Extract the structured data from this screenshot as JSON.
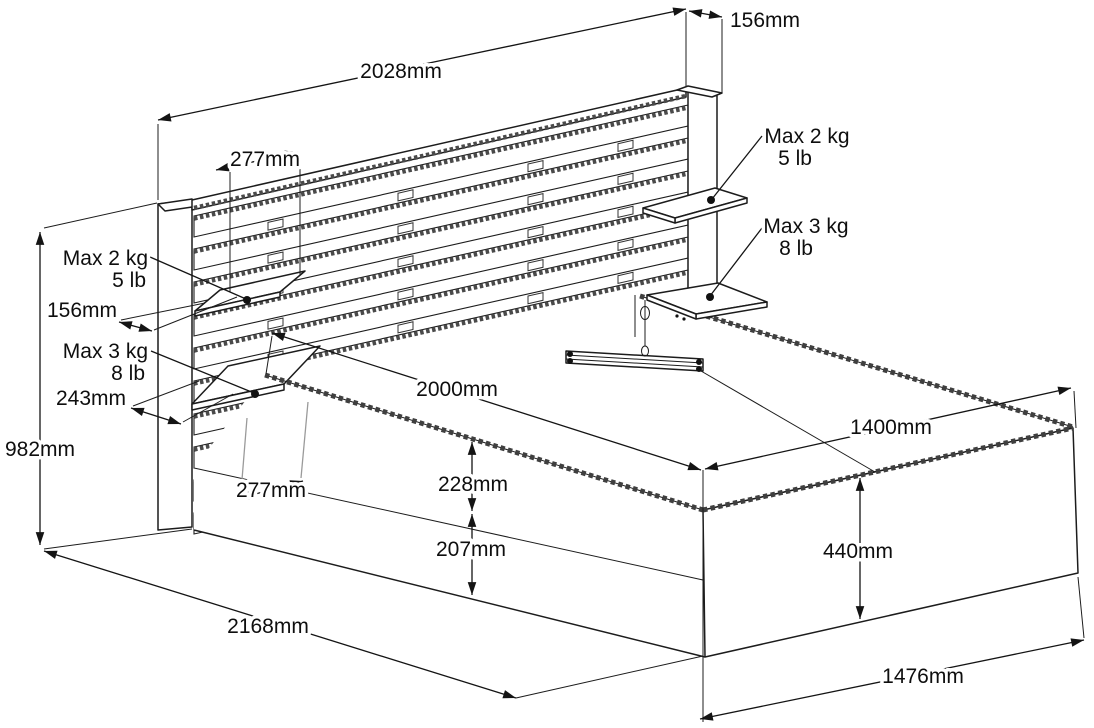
{
  "canvas": {
    "background": "#ffffff",
    "line_color": "#1a1a1a",
    "extension_line_gray": "#9a9a9a"
  },
  "dimensions": {
    "headboard_width": "2028mm",
    "headboard_top_depth": "156mm",
    "headboard_height": "982mm",
    "small_shelf_width": "277mm",
    "small_shelf_depth": "156mm",
    "large_shelf_width": "277mm",
    "large_shelf_depth": "243mm",
    "mattress_length": "2000mm",
    "total_length": "2168mm",
    "mattress_width": "1400mm",
    "side_rail_height": "228mm",
    "under_bed_clearance": "207mm",
    "side_panel_height": "440mm",
    "footboard_width": "1476mm"
  },
  "load_limits": {
    "small_shelf": {
      "metric": "Max 2 kg",
      "imperial": "5 lb"
    },
    "large_shelf": {
      "metric": "Max 3 kg",
      "imperial": "8 lb"
    }
  }
}
